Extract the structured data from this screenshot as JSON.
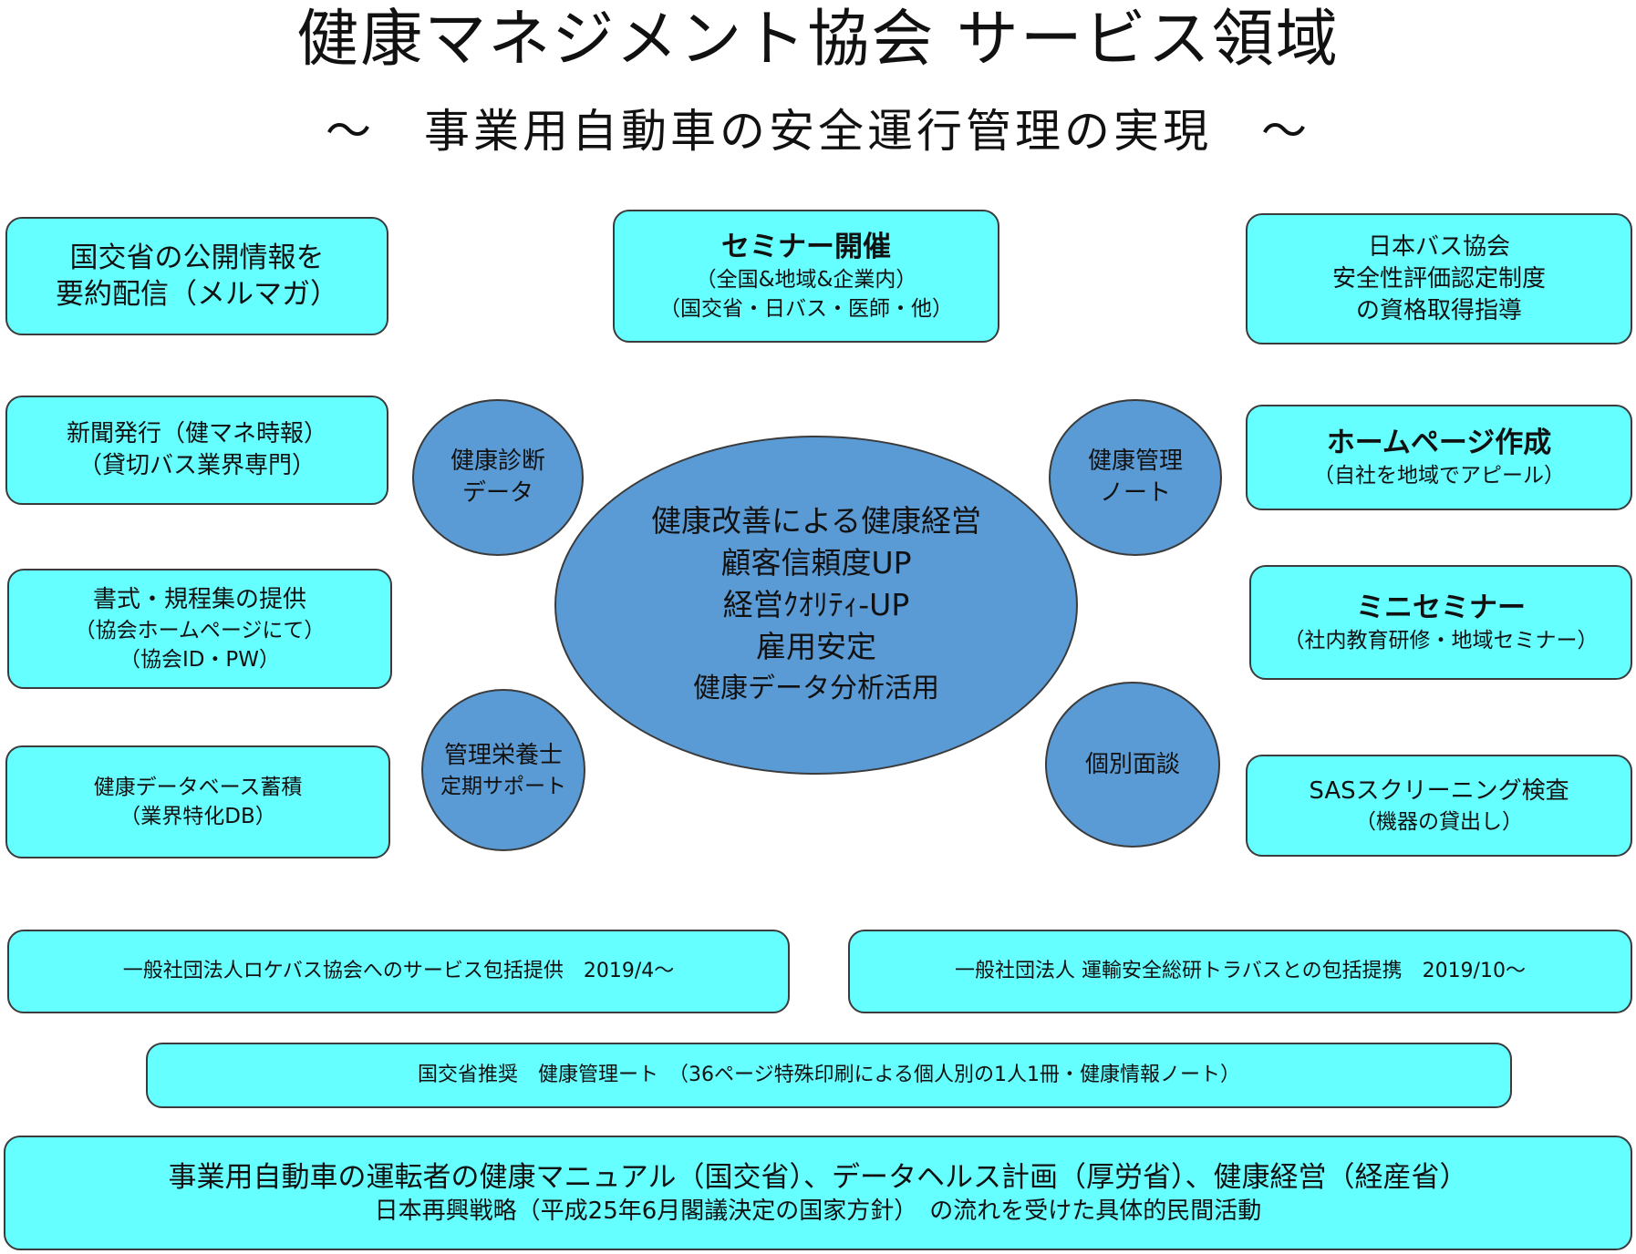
{
  "title": "健康マネジメント協会 サービス領域",
  "subtitle": "～　事業用自動車の安全運行管理の実現　～",
  "left_boxes": [
    {
      "lines": [
        "国交省の公開情報を",
        "要約配信（メルマガ）"
      ]
    },
    {
      "lines": [
        "新聞発行（健マネ時報）",
        "（貸切バス業界専門）"
      ]
    },
    {
      "lines": [
        "書式・規程集の提供",
        "（協会ホームページにて）",
        "（協会ID・PW）"
      ]
    },
    {
      "lines": [
        "健康データベース蓄積",
        "（業界特化DB）"
      ]
    }
  ],
  "top_center_box": {
    "lines": [
      "セミナー開催",
      "（全国&地域&企業内）",
      "（国交省・日バス・医師・他）"
    ]
  },
  "right_boxes": [
    {
      "lines": [
        "日本バス協会",
        "安全性評価認定制度",
        "の資格取得指導"
      ]
    },
    {
      "lines": [
        "ホームページ作成",
        "（自社を地域でアピール）"
      ]
    },
    {
      "lines": [
        "ミニセミナー",
        "（社内教育研修・地域セミナー）"
      ]
    },
    {
      "lines": [
        "SASスクリーニング検査",
        "（機器の貸出し）"
      ]
    }
  ],
  "circles": {
    "top_left": [
      "健康診断",
      "データ"
    ],
    "top_right": [
      "健康管理",
      "ノート"
    ],
    "bottom_left": [
      "管理栄養士",
      "定期サポート"
    ],
    "bottom_right": [
      "個別面談"
    ]
  },
  "center": [
    "健康改善による健康経営",
    "顧客信頼度UP",
    "経営ｸｵﾘﾃｨ-UP",
    "雇用安定",
    "健康データ分析活用"
  ],
  "partnership_left": "一般社団法人ロケバス協会へのサービス包括提供　2019/4～",
  "partnership_right": "一般社団法人 運輸安全総研トラバスとの包括提携　2019/10～",
  "note_box": "国交省推奨　健康管理ート　（36ページ特殊印刷による個人別の1人1冊・健康情報ノート）",
  "bottom_box": [
    "事業用自動車の運転者の健康マニュアル（国交省）、データヘルス計画（厚労省）、健康経営（経産省）",
    "日本再興戦略（平成25年6月閣議決定の国家方針）　の流れを受けた具体的民間活動"
  ],
  "colors": {
    "box_fill": "#66ffff",
    "circle_fill": "#5b9bd5",
    "border": "#3b3b3b"
  }
}
